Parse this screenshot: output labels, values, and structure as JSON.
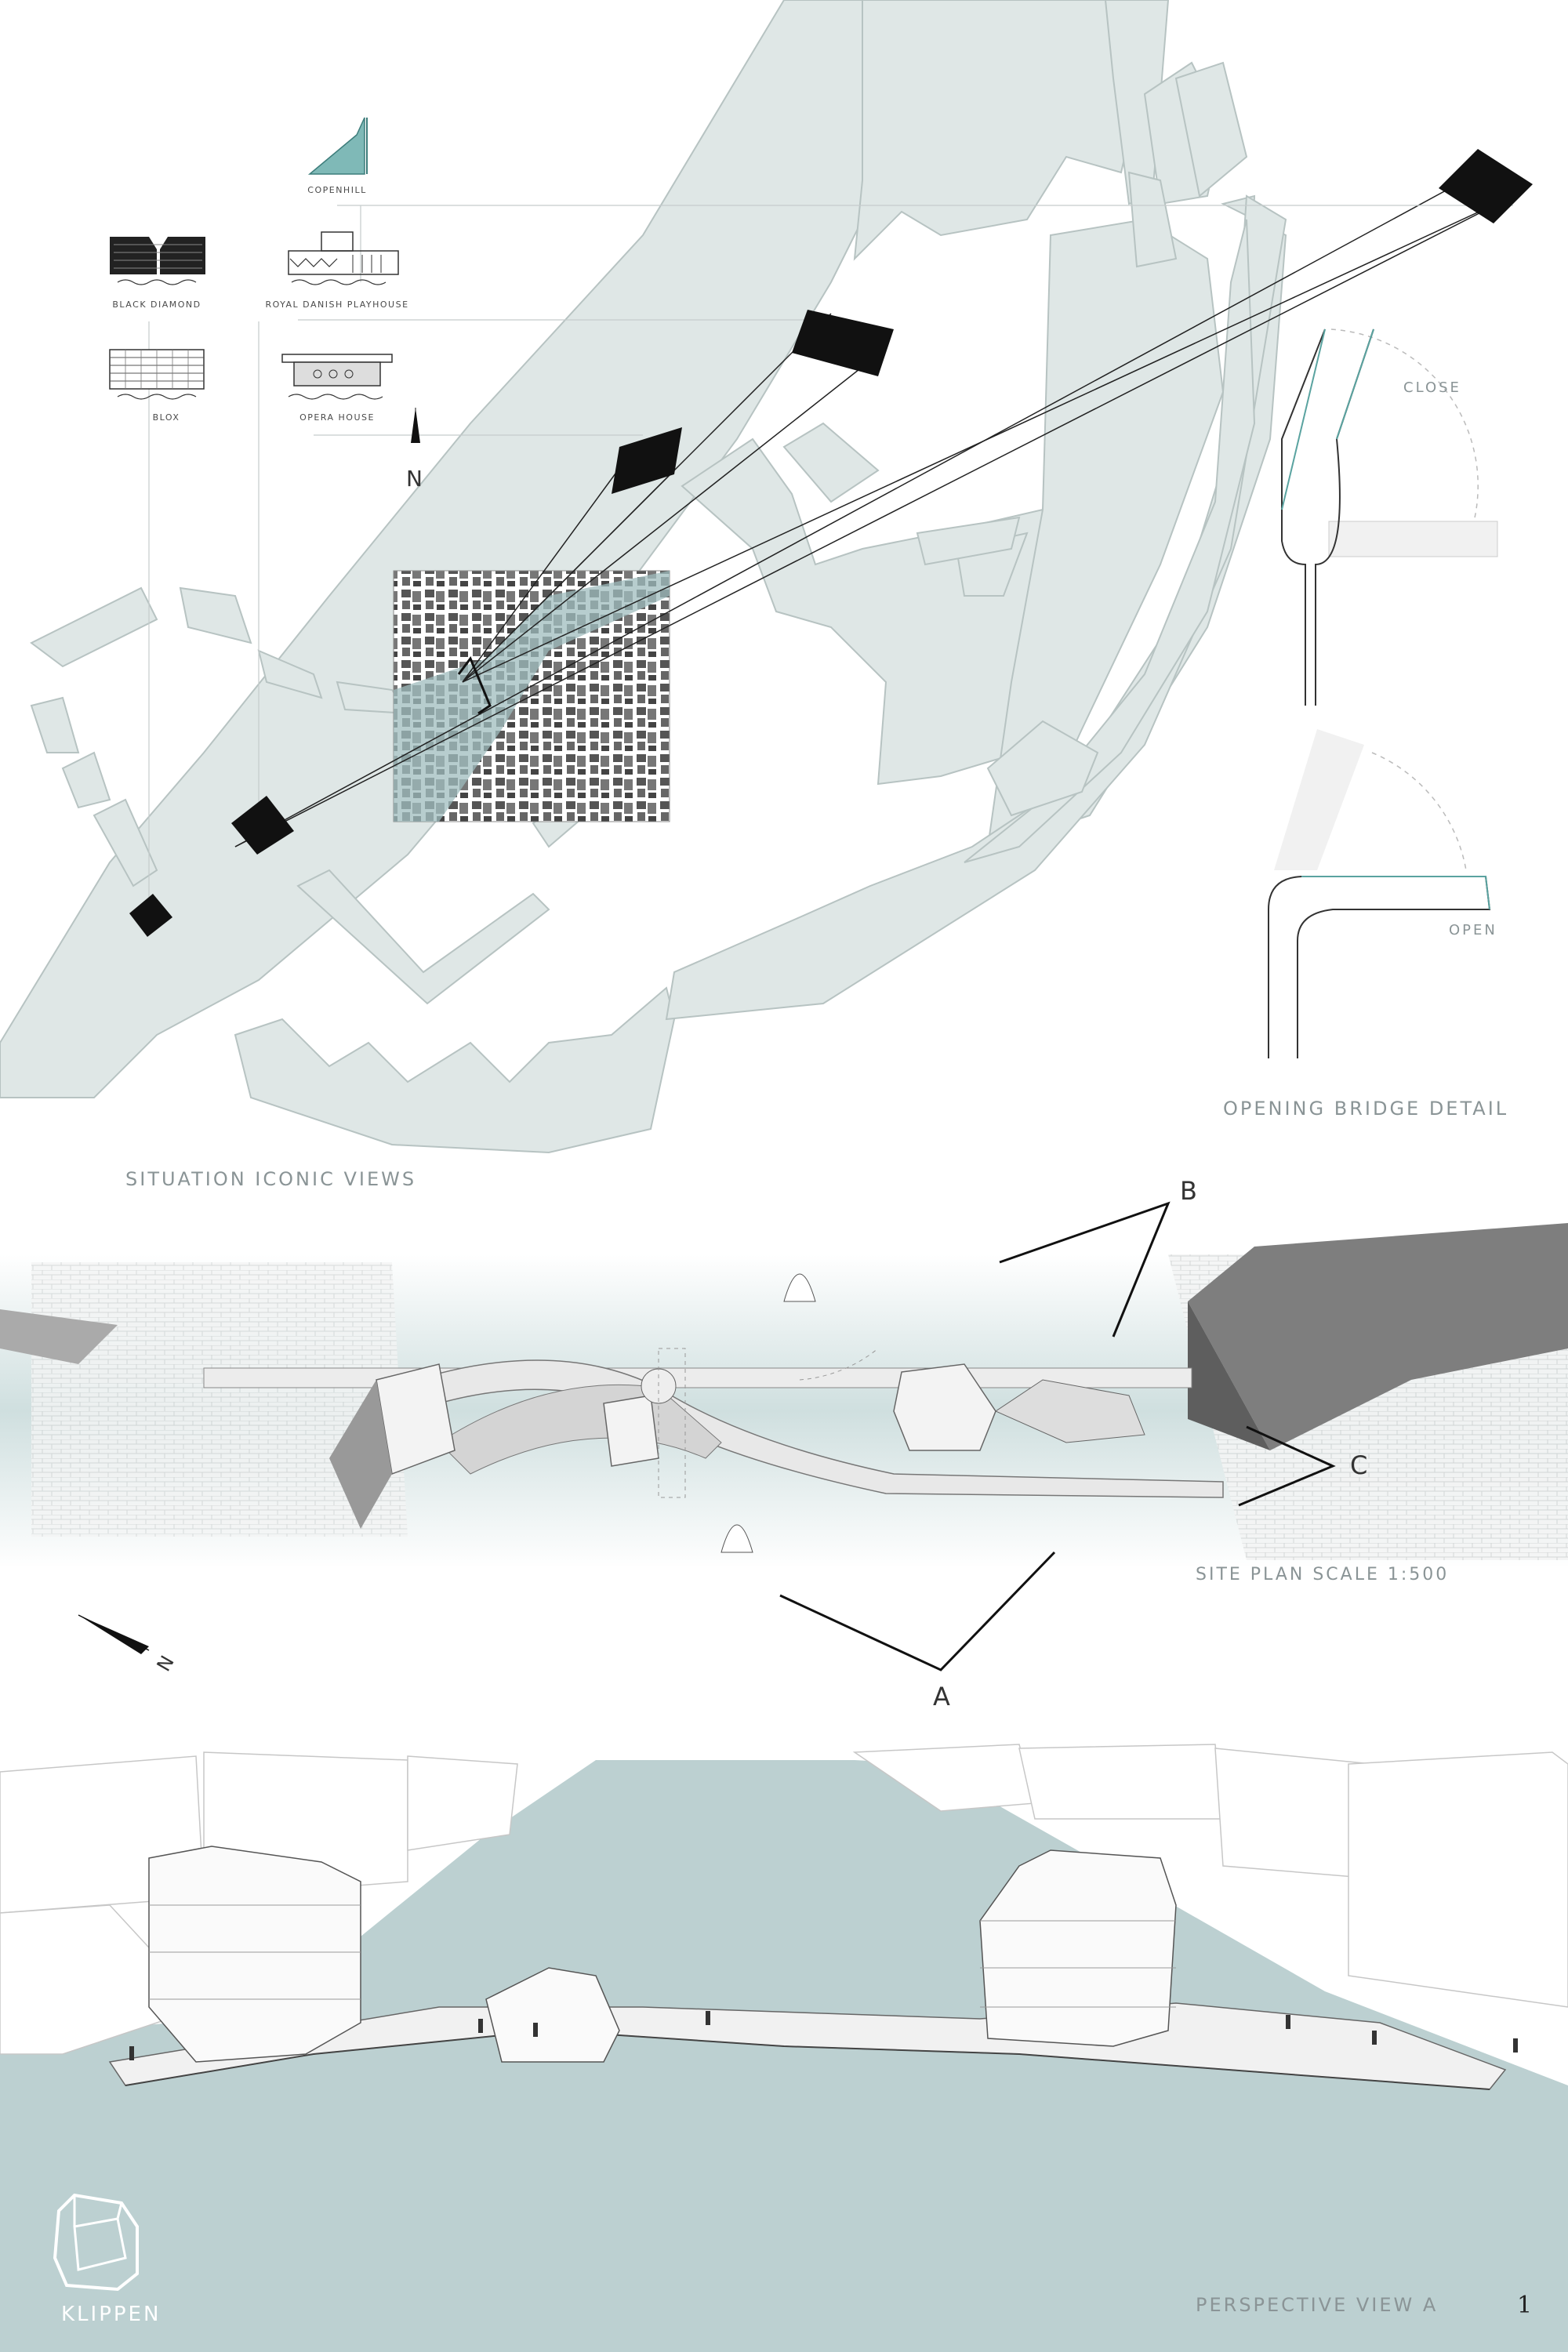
{
  "landmarks": {
    "copenhill": "COPENHILL",
    "black_diamond": "BLACK DIAMOND",
    "royal_danish_playhouse": "ROYAL DANISH PLAYHOUSE",
    "blox": "BLOX",
    "opera_house": "OPERA HOUSE"
  },
  "north_label": "N",
  "situation_title": "SITUATION ICONIC VIEWS",
  "bridge_detail": {
    "close": "CLOSE",
    "open": "OPEN",
    "title": "OPENING BRIDGE DETAIL"
  },
  "site_plan": {
    "title": "SITE PLAN SCALE 1:500",
    "view_a": "A",
    "view_b": "B",
    "view_c": "C",
    "north": "N"
  },
  "logo": {
    "name": "KLIPPEN"
  },
  "perspective_title": "PERSPECTIVE VIEW A",
  "page_number": "1",
  "colors": {
    "water": "#bcd0d1",
    "land": "#dfe7e6",
    "accent_teal": "#7fb9b7",
    "black": "#111111"
  }
}
